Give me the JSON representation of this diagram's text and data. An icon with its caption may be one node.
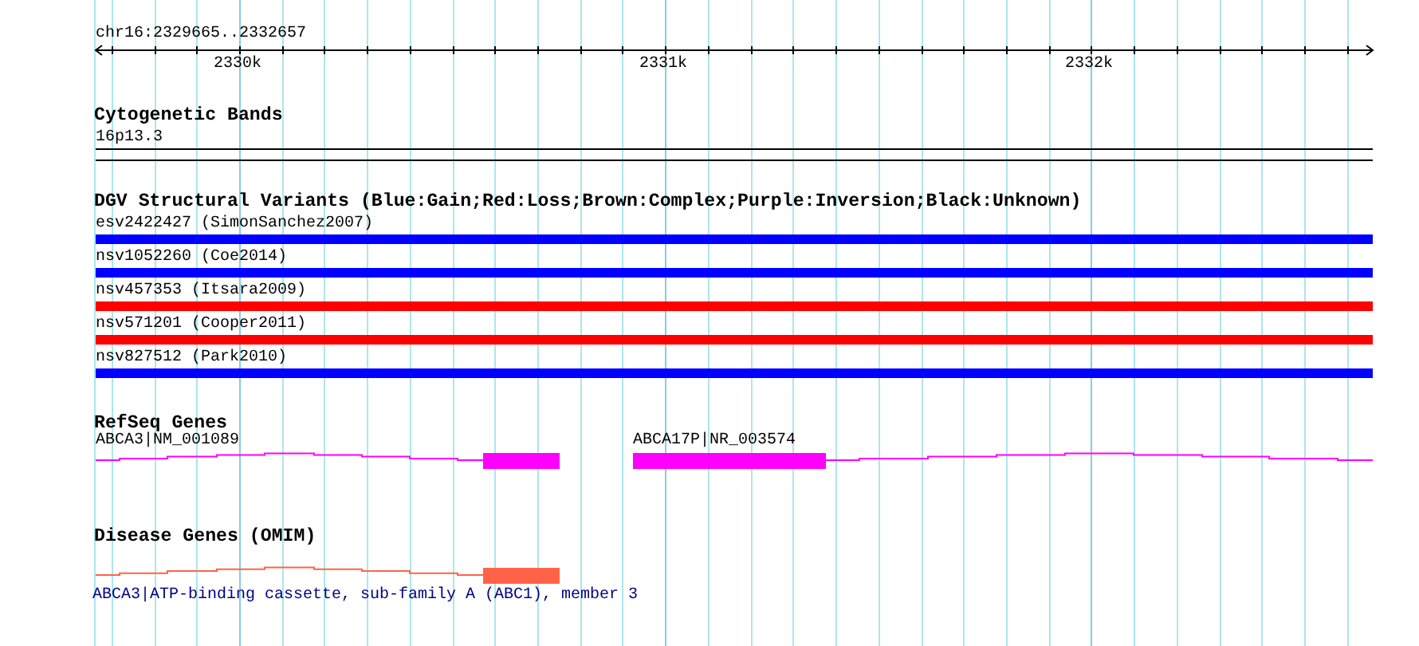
{
  "diagram": {
    "labels": [
      "chr16:2329665..2332657",
      "2330k",
      "2331k",
      "2332k",
      "Cytogenetic Bands",
      "16p13.3",
      "DGV Structural Variants (Blue:Gain;Red:Loss;Brown:Complex;Purple:Inversion;Black:Unknown)",
      "esv2422427 (SimonSanchez2007)",
      "nsv1052260 (Coe2014)",
      "nsv457353 (Itsara2009)",
      "nsv571201 (Cooper2011)",
      "nsv827512 (Park2010)",
      "RefSeq Genes",
      "ABCA3|NM_001089",
      "ABCA17P|NR_003574",
      "Disease Genes (OMIM)",
      "ABCA3|ATP-binding cassette, sub-family A (ABC1), member 3"
    ]
  }
}
